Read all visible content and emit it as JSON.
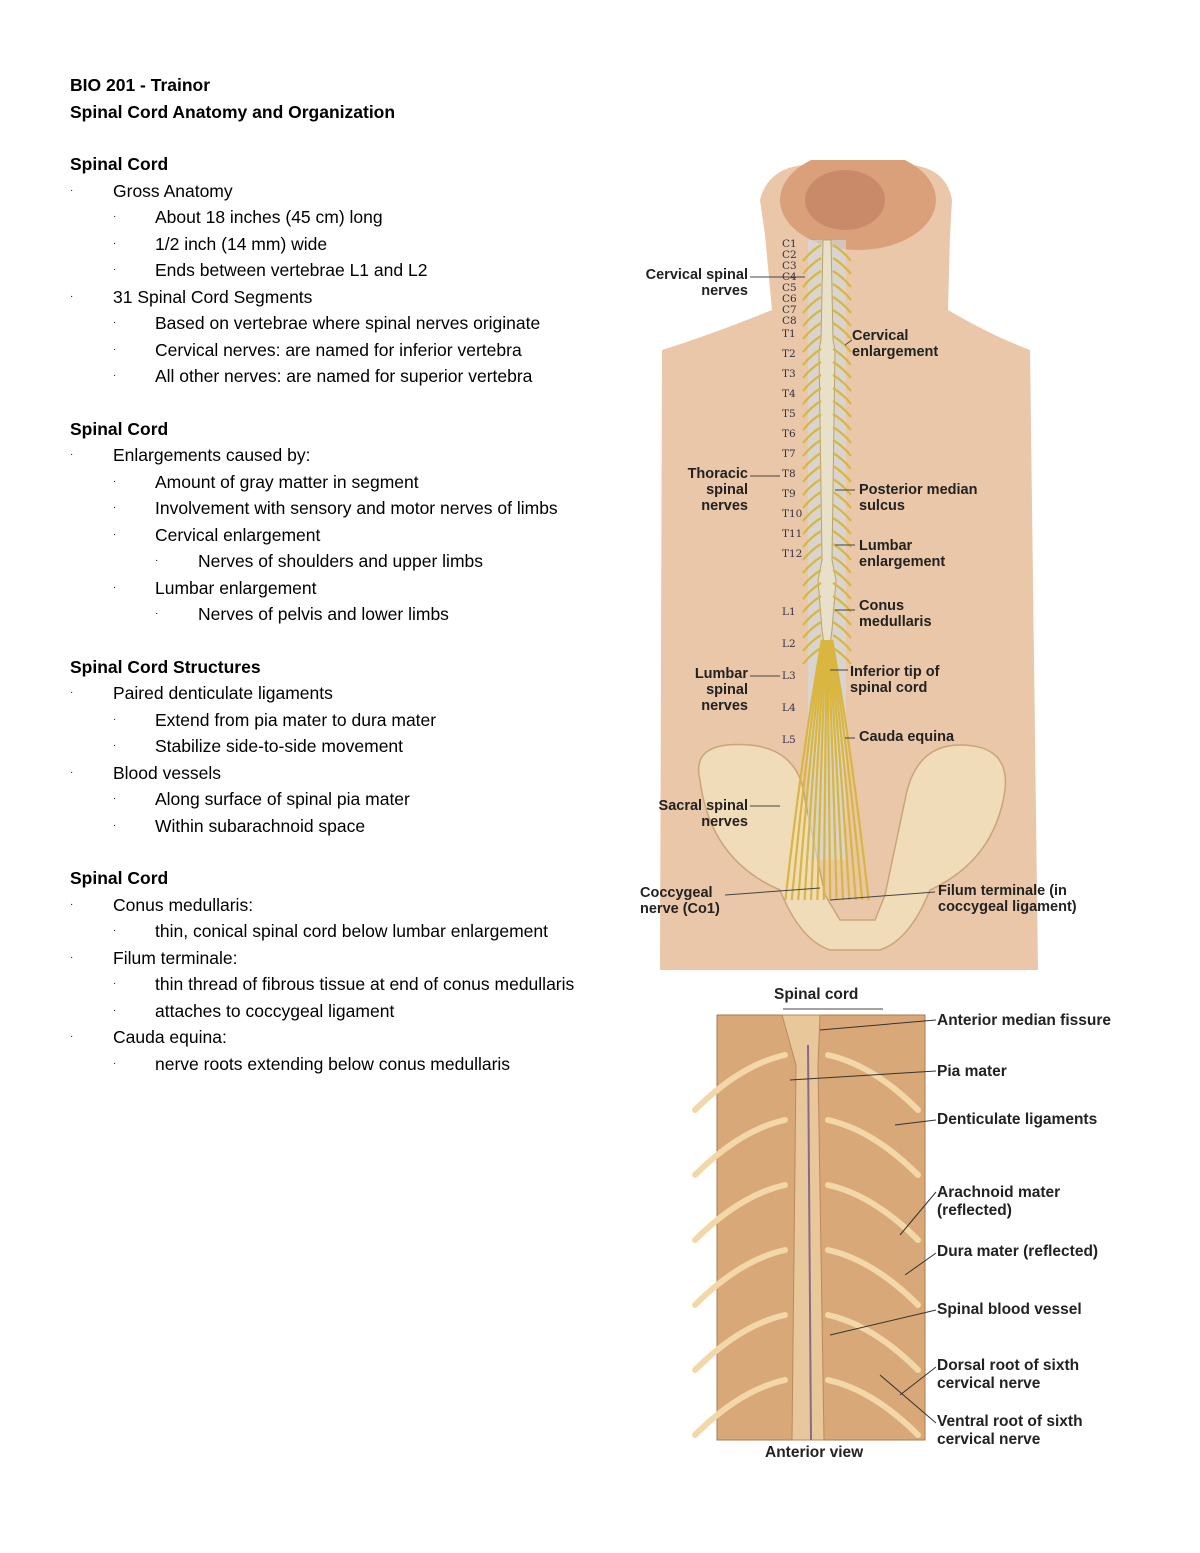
{
  "header": {
    "course": "BIO 201 - Trainor",
    "title": "Spinal Cord Anatomy and Organization"
  },
  "sections": [
    {
      "heading": "Spinal Cord",
      "items": [
        {
          "level": 1,
          "text": "Gross Anatomy"
        },
        {
          "level": 2,
          "text": "About 18 inches (45 cm) long"
        },
        {
          "level": 2,
          "text": "1/2 inch (14 mm) wide"
        },
        {
          "level": 2,
          "text": "Ends between vertebrae L1 and L2"
        },
        {
          "level": 1,
          "text": "31 Spinal Cord Segments"
        },
        {
          "level": 2,
          "text": "Based on vertebrae where spinal nerves originate"
        },
        {
          "level": 2,
          "text": "Cervical nerves: are named for inferior vertebra"
        },
        {
          "level": 2,
          "text": "All other nerves: are named for superior vertebra"
        }
      ]
    },
    {
      "heading": "Spinal Cord",
      "items": [
        {
          "level": 1,
          "text": "Enlargements caused by:"
        },
        {
          "level": 2,
          "text": "Amount of gray matter in segment"
        },
        {
          "level": 2,
          "text": "Involvement with sensory and motor nerves of limbs"
        },
        {
          "level": 2,
          "text": "Cervical enlargement"
        },
        {
          "level": 3,
          "text": "Nerves of shoulders and upper limbs"
        },
        {
          "level": 2,
          "text": "Lumbar enlargement"
        },
        {
          "level": 3,
          "text": "Nerves of pelvis and lower limbs"
        }
      ]
    },
    {
      "heading": "Spinal Cord Structures",
      "items": [
        {
          "level": 1,
          "text": "Paired denticulate ligaments"
        },
        {
          "level": 2,
          "text": "Extend from pia mater to dura mater"
        },
        {
          "level": 2,
          "text": "Stabilize side-to-side movement"
        },
        {
          "level": 1,
          "text": "Blood vessels"
        },
        {
          "level": 2,
          "text": "Along surface of spinal pia mater"
        },
        {
          "level": 2,
          "text": "Within subarachnoid space"
        }
      ]
    },
    {
      "heading": "Spinal Cord",
      "items": [
        {
          "level": 1,
          "text": "Conus medullaris:"
        },
        {
          "level": 2,
          "text": "thin, conical spinal cord below lumbar enlargement"
        },
        {
          "level": 1,
          "text": "Filum terminale:"
        },
        {
          "level": 2,
          "text": "thin thread of fibrous tissue at end of conus medullaris"
        },
        {
          "level": 2,
          "text": "attaches to coccygeal ligament"
        },
        {
          "level": 1,
          "text": "Cauda equina:"
        },
        {
          "level": 2,
          "text": "nerve roots extending below conus medullaris"
        }
      ]
    }
  ],
  "bullet": "·",
  "figure1": {
    "labels": {
      "cervical_spinal_nerves": "Cervical spinal nerves",
      "cervical_enlargement": "Cervical enlargement",
      "thoracic_spinal_nerves": "Thoracic spinal nerves",
      "posterior_median_sulcus": "Posterior median sulcus",
      "lumbar_enlargement": "Lumbar enlargement",
      "conus_medullaris": "Conus medullaris",
      "lumbar_spinal_nerves": "Lumbar spinal nerves",
      "inferior_tip": "Inferior tip of spinal cord",
      "cauda_equina": "Cauda equina",
      "sacral_spinal_nerves": "Sacral spinal nerves",
      "coccygeal_nerve": "Coccygeal nerve (Co1)",
      "filum_terminale": "Filum terminale (in coccygeal ligament)"
    },
    "segments": [
      "C1",
      "C2",
      "C3",
      "C4",
      "C5",
      "C6",
      "C7",
      "C8",
      "T1",
      "T2",
      "T3",
      "T4",
      "T5",
      "T6",
      "T7",
      "T8",
      "T9",
      "T10",
      "T11",
      "T12",
      "L1",
      "L2",
      "L3",
      "L4",
      "L5"
    ]
  },
  "figure2": {
    "top_label": "Spinal cord",
    "bottom_label": "Anterior view",
    "labels": [
      "Anterior median fissure",
      "Pia mater",
      "Denticulate ligaments",
      "Arachnoid mater (reflected)",
      "Dura mater (reflected)",
      "Spinal blood vessel",
      "Dorsal root of sixth cervical nerve",
      "Ventral root of sixth cervical nerve"
    ]
  },
  "colors": {
    "skin": "#e9c7a8",
    "bone": "#f0dcb8",
    "nerve": "#d9b640",
    "tissue": "#d9a878"
  }
}
